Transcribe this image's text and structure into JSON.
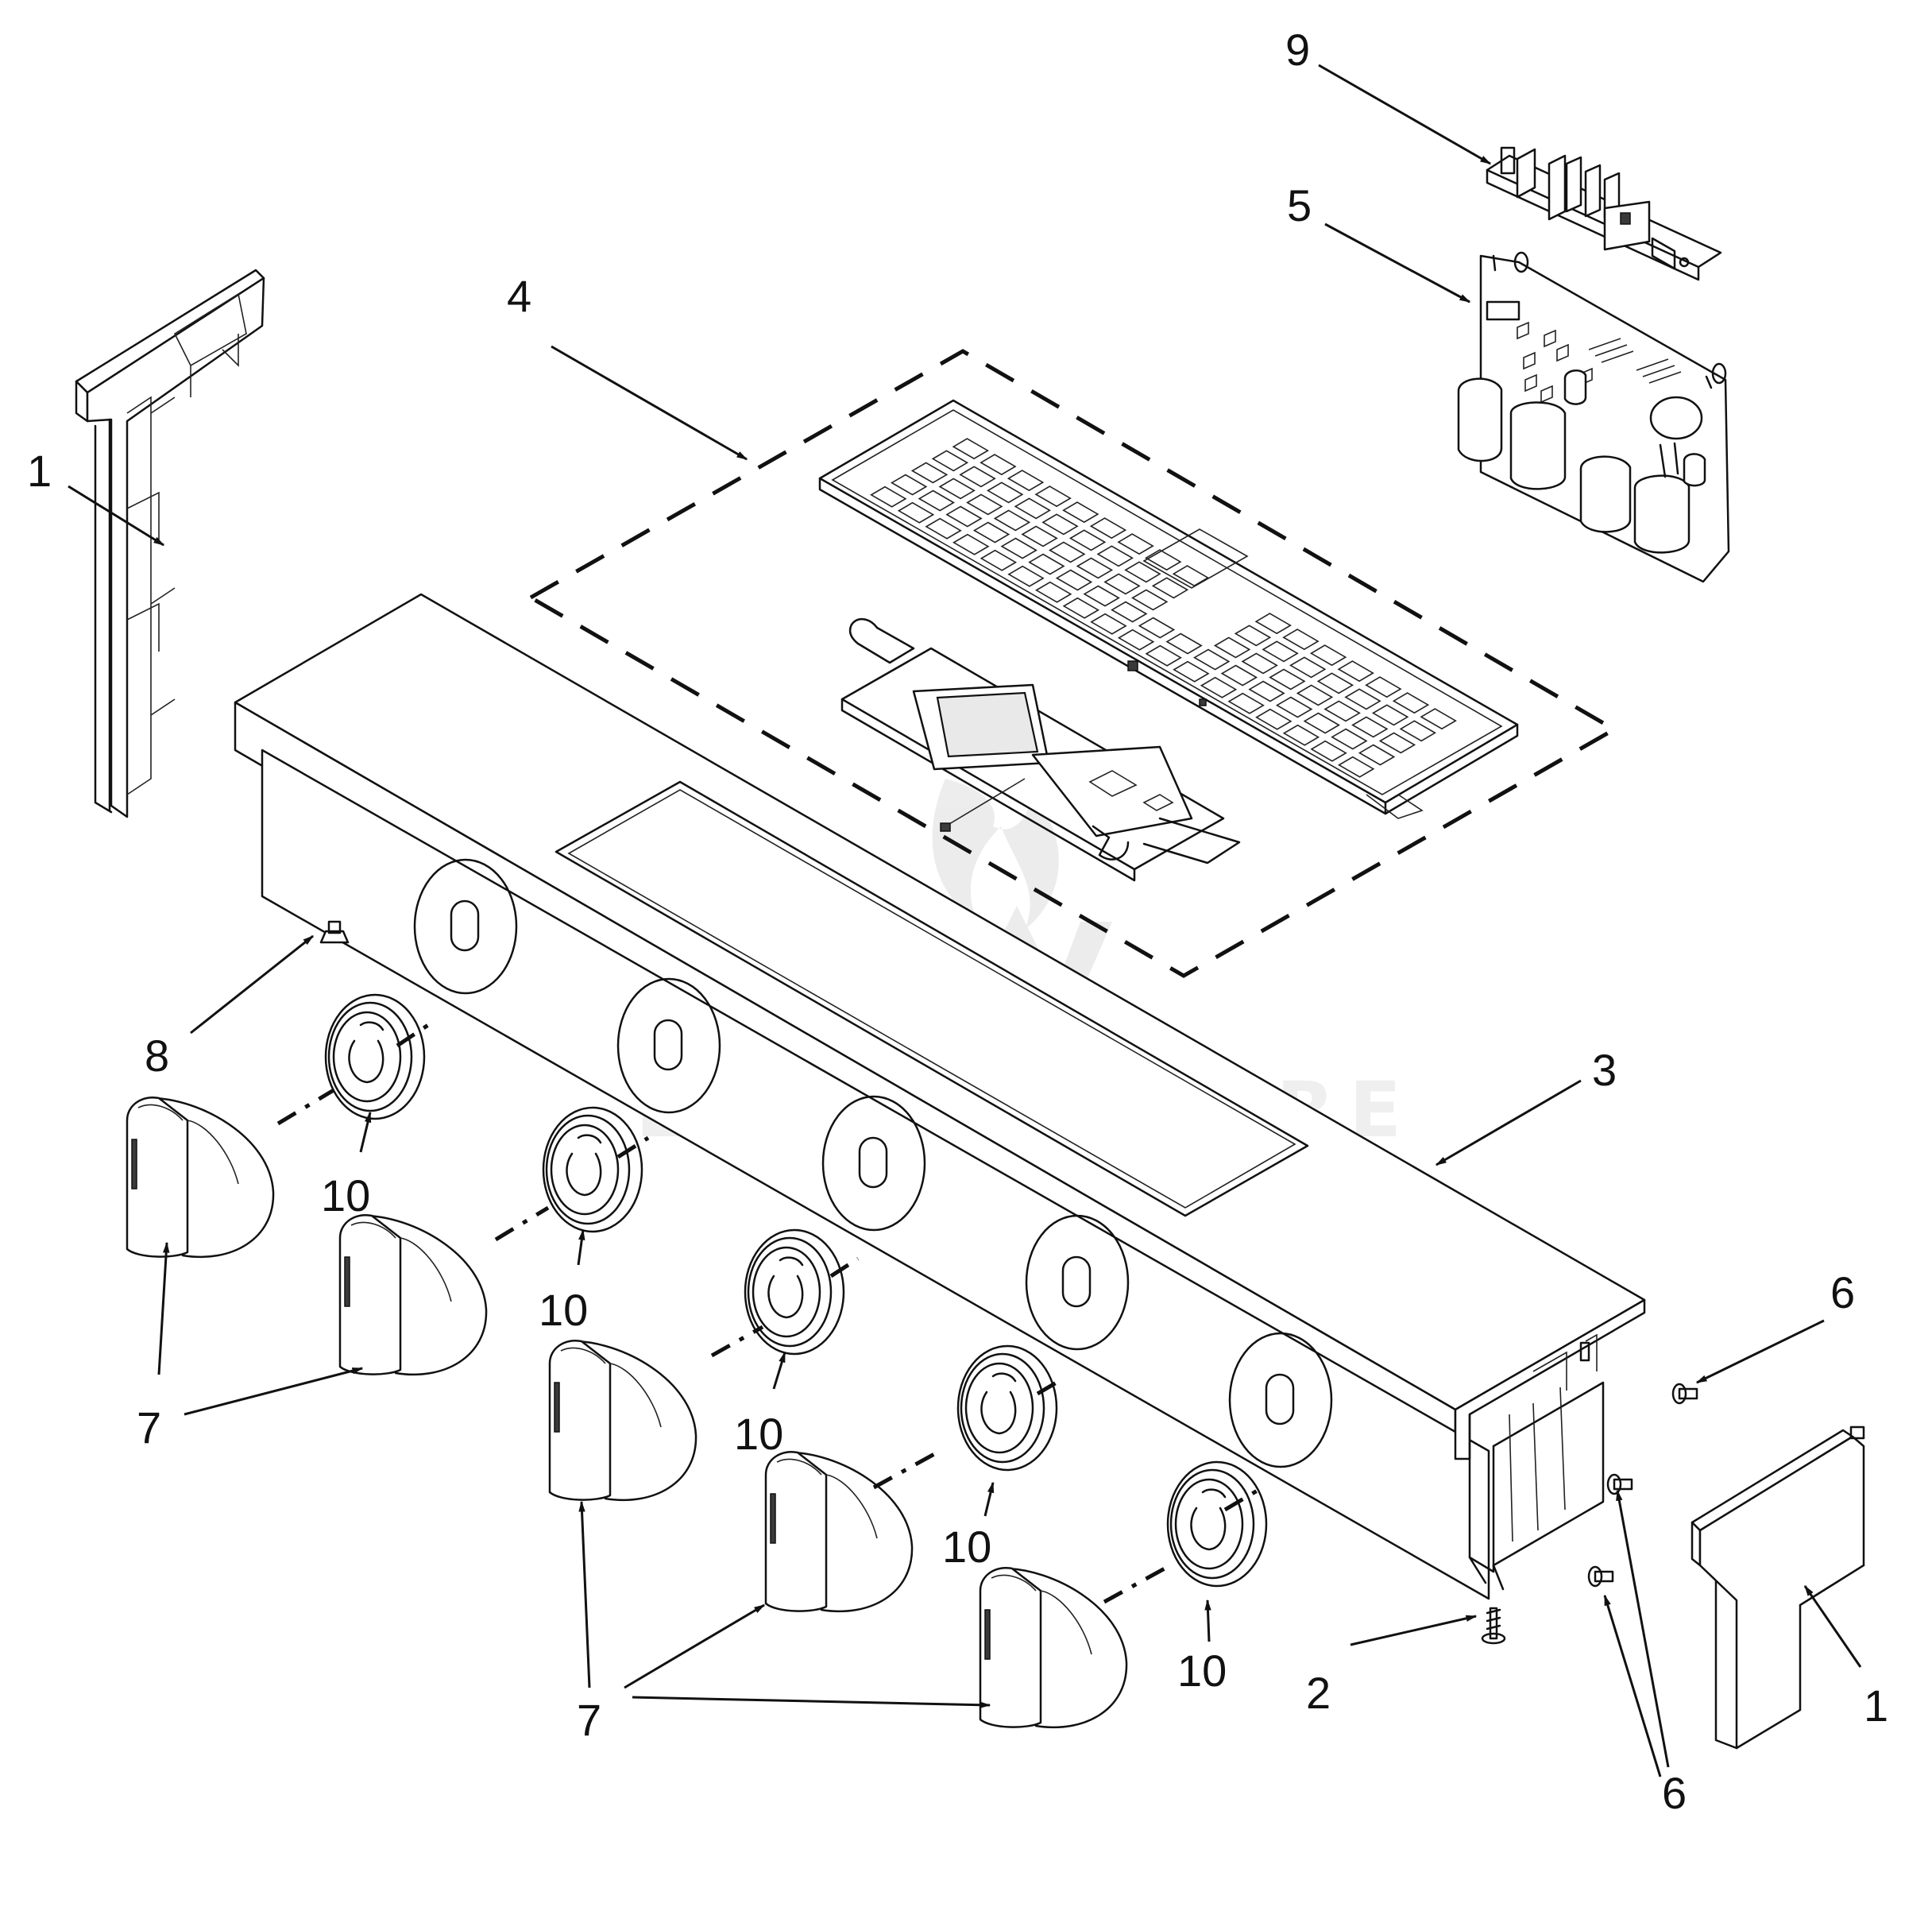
{
  "diagram": {
    "callouts": {
      "n1": "1",
      "n2": "2",
      "n3": "3",
      "n4": "4",
      "n5": "5",
      "n6": "6",
      "n7": "7",
      "n8": "8",
      "n9": "9",
      "n10": "10"
    },
    "watermark": "LEADVENTURE"
  }
}
